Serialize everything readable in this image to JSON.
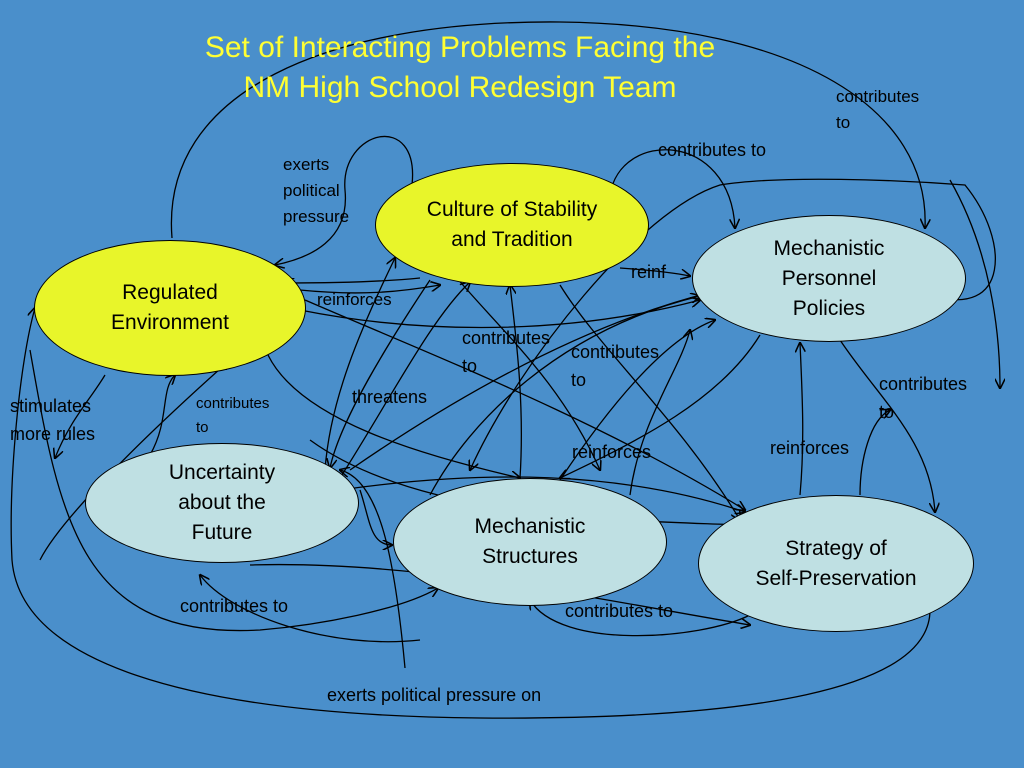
{
  "title": {
    "line1": "Set of Interacting Problems Facing the",
    "line2": "NM High School Redesign Team"
  },
  "nodes": {
    "regulated_environment": "Regulated\nEnvironment",
    "culture": "Culture of Stability\nand Tradition",
    "personnel": "Mechanistic\nPersonnel\nPolicies",
    "uncertainty": "Uncertainty\nabout the\nFuture",
    "structures": "Mechanistic\nStructures",
    "self_preservation": "Strategy of\nSelf-Preservation"
  },
  "labels": {
    "contributes_to_top_right": "contributes\nto",
    "contributes_to_top": "contributes to",
    "exerts_political_pressure": "exerts\npolitical\npressure",
    "reinf": "reinf",
    "reinforces_left": "reinforces",
    "contributes_to_center_1": "contributes\nto",
    "contributes_to_center_2": "contributes\nto",
    "threatens": "threatens",
    "stimulates_more_rules": "stimulates\nmore rules",
    "contributes_to_small": "contributes\nto",
    "contributes_to_right": "contributes\nto",
    "reinforces_center": "reinforces",
    "reinforces_right": "reinforces",
    "contributes_to_bottom_left": "contributes to",
    "contributes_to_bottom_right": "contributes to",
    "exerts_political_pressure_on": "exerts political pressure on"
  },
  "colors": {
    "background": "#4a8fcb",
    "title": "#ffff33",
    "yellow_node": "#e8f52a",
    "teal_node": "#bfe0e3"
  }
}
